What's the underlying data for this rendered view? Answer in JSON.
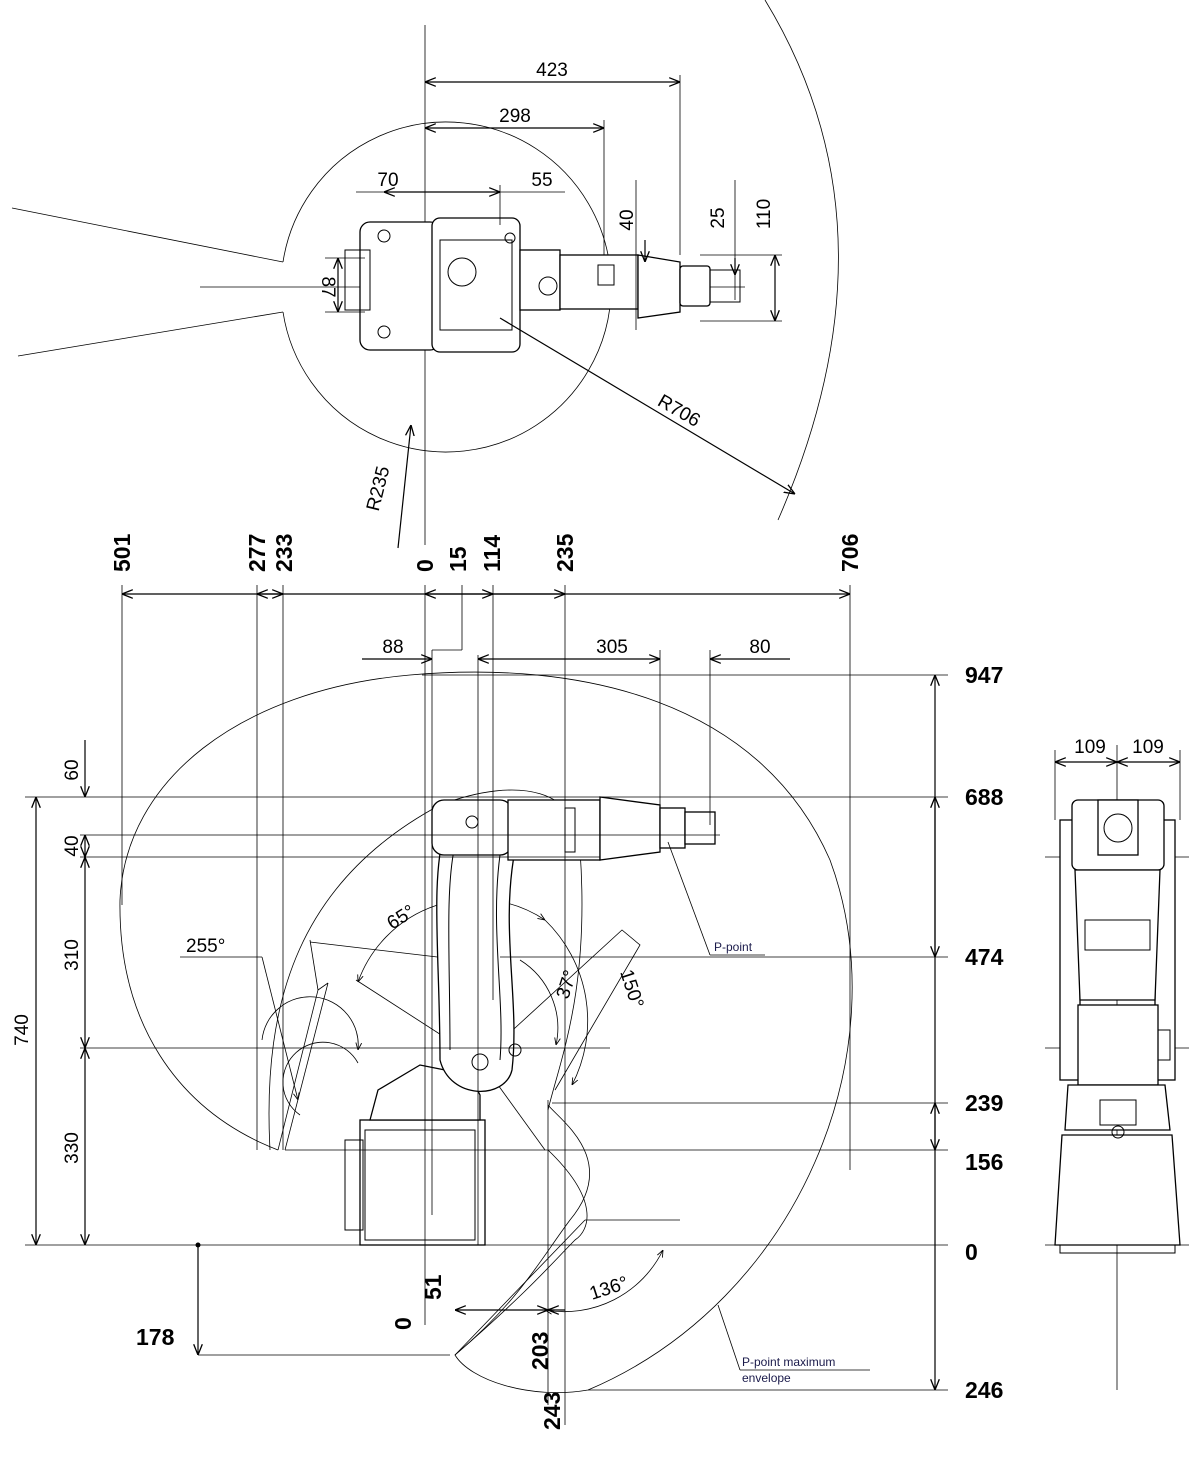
{
  "top_view": {
    "dims": [
      "423",
      "298",
      "70",
      "55",
      "40",
      "25",
      "110",
      "87"
    ],
    "radius_inner": "R235",
    "radius_outer": "R706"
  },
  "side_view": {
    "top_values": [
      "501",
      "277",
      "233",
      "0",
      "15",
      "114",
      "235",
      "706"
    ],
    "offsets": [
      "88",
      "305",
      "80"
    ],
    "right_values": [
      "947",
      "688",
      "474",
      "239",
      "156",
      "0",
      "246"
    ],
    "left_values": [
      "60",
      "40",
      "310",
      "740",
      "330"
    ],
    "bottom_values": [
      "178",
      "0",
      "51",
      "203",
      "243"
    ],
    "angles": [
      "255°",
      "65°",
      "37°",
      "150°",
      "136°"
    ],
    "p_point_label": "P-point",
    "envelope_label_1": "P-point maximum",
    "envelope_label_2": "envelope"
  },
  "front_view": {
    "dims": [
      "109",
      "109"
    ]
  }
}
